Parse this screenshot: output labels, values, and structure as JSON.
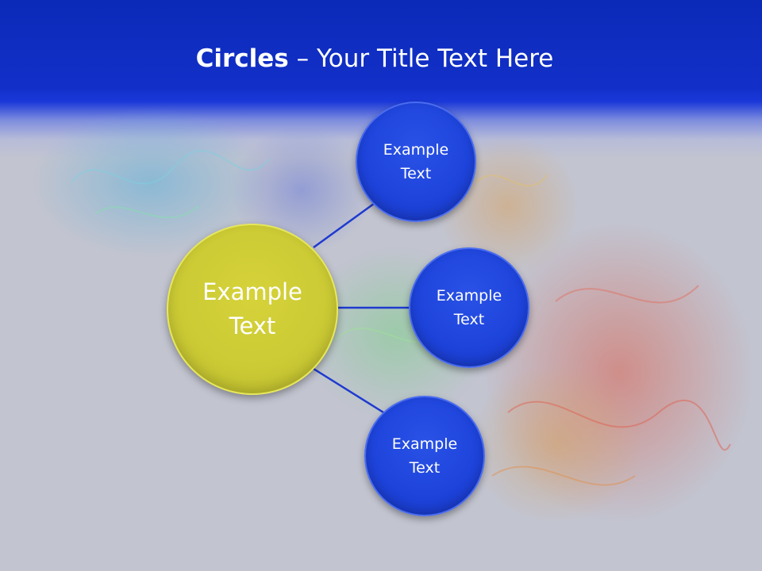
{
  "title": {
    "bold": "Circles",
    "rest": " – Your Title Text Here"
  },
  "diagram": {
    "center": {
      "label": "Example\nText",
      "color": "#cccb35"
    },
    "satellites": [
      {
        "label": "Example\nText",
        "color": "#1e44dc"
      },
      {
        "label": "Example\nText",
        "color": "#1e44dc"
      },
      {
        "label": "Example\nText",
        "color": "#1e44dc"
      }
    ],
    "connector_color": "#1e3ad0"
  },
  "header_color": "#1230c8"
}
